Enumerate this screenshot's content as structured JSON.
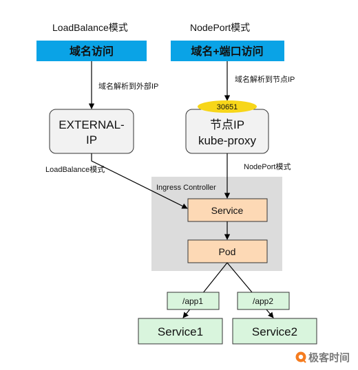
{
  "left": {
    "mode_title": "LoadBalance模式",
    "domain_box": "域名访问",
    "dns_note": "域名解析到外部IP",
    "external_box_line1": "EXTERNAL-",
    "external_box_line2": "IP",
    "edge_note": "LoadBalance模式"
  },
  "right": {
    "mode_title": "NodePort模式",
    "domain_box": "域名+端口访问",
    "dns_note": "域名解析到节点IP",
    "port_badge": "30651",
    "node_box_line1": "节点IP",
    "node_box_line2": "kube-proxy",
    "edge_note": "NodePort模式"
  },
  "ingress": {
    "label": "Ingress Controller",
    "service": "Service",
    "pod": "Pod"
  },
  "routes": [
    {
      "path": "/app1",
      "target": "Service1"
    },
    {
      "path": "/app2",
      "target": "Service2"
    }
  ],
  "brand": "极客时间",
  "colors": {
    "banner": "#0aa3e6",
    "ingress_bg": "#dcdcdc",
    "service_fill": "#fdd9b5",
    "route_fill": "#d9f5dd",
    "badge_fill": "#f7d619",
    "node_fill": "#f2f2f2",
    "brand_orange": "#f57c1f"
  }
}
